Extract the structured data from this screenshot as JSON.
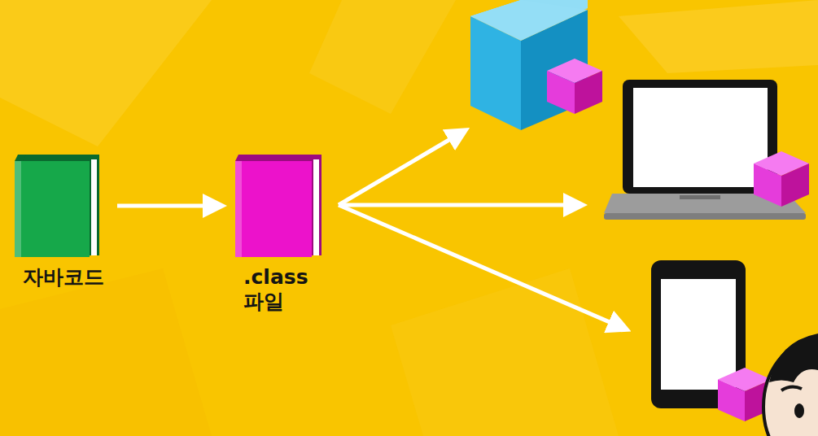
{
  "diagram": {
    "nodes": [
      {
        "text": [
          "자바코드"
        ]
      },
      {
        "text": [
          ".class 파일"
        ]
      }
    ],
    "edges": [
      {
        "from": 0,
        "to": 1,
        "arrow": "to"
      }
    ]
  }
}
